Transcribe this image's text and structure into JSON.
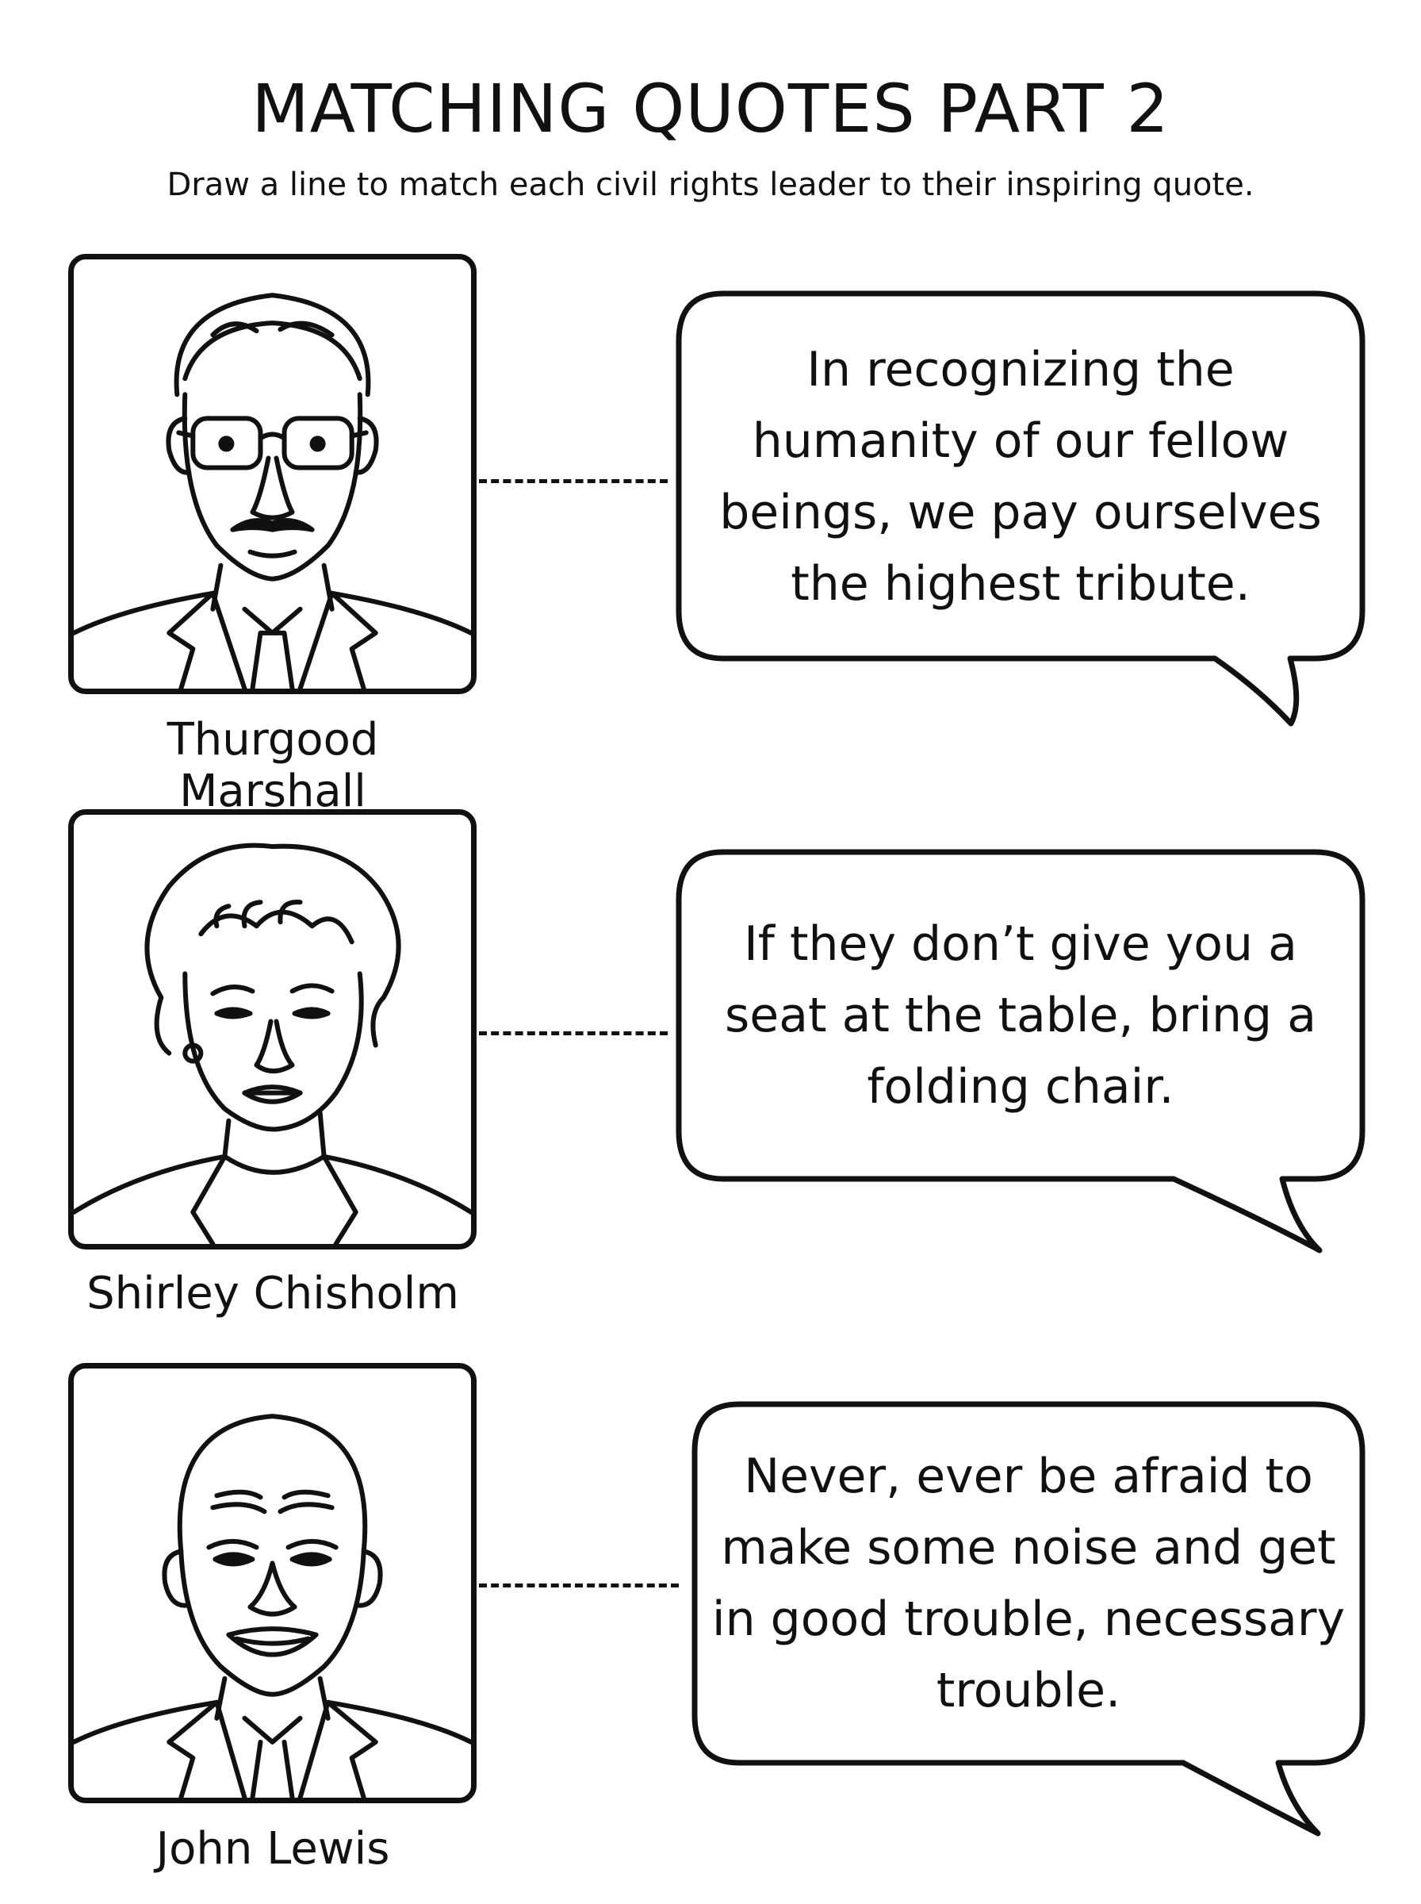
{
  "header": {
    "title": "MATCHING QUOTES PART 2",
    "instructions": "Draw a line to match each civil rights leader to their inspiring quote."
  },
  "leaders": [
    {
      "name": "Thurgood Marshall",
      "portrait_icon": "man-with-glasses-and-mustache-portrait"
    },
    {
      "name": "Shirley Chisholm",
      "portrait_icon": "woman-with-curled-hair-portrait"
    },
    {
      "name": "John Lewis",
      "portrait_icon": "bald-smiling-man-portrait"
    }
  ],
  "quotes": [
    {
      "text": "In recognizing the humanity of our fellow beings, we pay ourselves the highest tribute."
    },
    {
      "text": "If they don’t give you a seat at the table, bring a folding chair."
    },
    {
      "text": "Never, ever be afraid to make some noise and get in good trouble, necessary trouble."
    }
  ]
}
